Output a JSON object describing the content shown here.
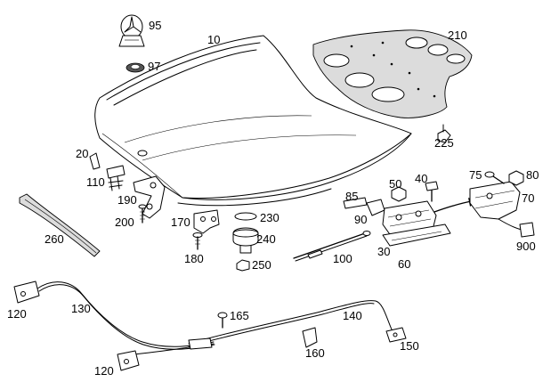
{
  "diagram": {
    "parts": [
      {
        "key": "p95",
        "label": "95",
        "icon": "star-emblem-icon"
      },
      {
        "key": "p10",
        "label": "10",
        "icon": "hood-panel-icon"
      },
      {
        "key": "p210",
        "label": "210",
        "icon": "insulation-mat-icon"
      },
      {
        "key": "p97",
        "label": "97",
        "icon": "emblem-seal-icon"
      },
      {
        "key": "p20",
        "label": "20",
        "icon": "clip-icon"
      },
      {
        "key": "p225",
        "label": "225",
        "icon": "clip-icon"
      },
      {
        "key": "p110",
        "label": "110",
        "icon": "bump-stop-icon"
      },
      {
        "key": "p75",
        "label": "75",
        "icon": "bolt-icon"
      },
      {
        "key": "p80",
        "label": "80",
        "icon": "nut-icon"
      },
      {
        "key": "p50",
        "label": "50",
        "icon": "nut-icon"
      },
      {
        "key": "p40",
        "label": "40",
        "icon": "bolt-icon"
      },
      {
        "key": "p70",
        "label": "70",
        "icon": "latch-motor-icon"
      },
      {
        "key": "p85",
        "label": "85",
        "icon": "bracket-icon"
      },
      {
        "key": "p190",
        "label": "190",
        "icon": "hinge-icon"
      },
      {
        "key": "p90",
        "label": "90",
        "icon": "bracket-icon"
      },
      {
        "key": "p230",
        "label": "230",
        "icon": "ring-icon"
      },
      {
        "key": "p170",
        "label": "170",
        "icon": "hinge-bracket-icon"
      },
      {
        "key": "p200",
        "label": "200",
        "icon": "bolt-icon"
      },
      {
        "key": "p240",
        "label": "240",
        "icon": "buffer-icon"
      },
      {
        "key": "p260",
        "label": "260",
        "icon": "seal-strip-icon"
      },
      {
        "key": "p900",
        "label": "900",
        "icon": "connector-icon"
      },
      {
        "key": "p30",
        "label": "30",
        "icon": "lock-icon"
      },
      {
        "key": "p180",
        "label": "180",
        "icon": "screw-icon"
      },
      {
        "key": "p100",
        "label": "100",
        "icon": "gas-strut-icon"
      },
      {
        "key": "p250",
        "label": "250",
        "icon": "nut-icon"
      },
      {
        "key": "p60",
        "label": "60",
        "icon": "handle-icon"
      },
      {
        "key": "p130",
        "label": "130",
        "icon": "cable-icon"
      },
      {
        "key": "p120a",
        "label": "120",
        "icon": "release-lever-icon"
      },
      {
        "key": "p165",
        "label": "165",
        "icon": "rivet-icon"
      },
      {
        "key": "p140",
        "label": "140",
        "icon": "cable-icon"
      },
      {
        "key": "p160",
        "label": "160",
        "icon": "cable-clip-icon"
      },
      {
        "key": "p150",
        "label": "150",
        "icon": "cable-end-icon"
      },
      {
        "key": "p120b",
        "label": "120",
        "icon": "release-lever-icon"
      }
    ]
  }
}
